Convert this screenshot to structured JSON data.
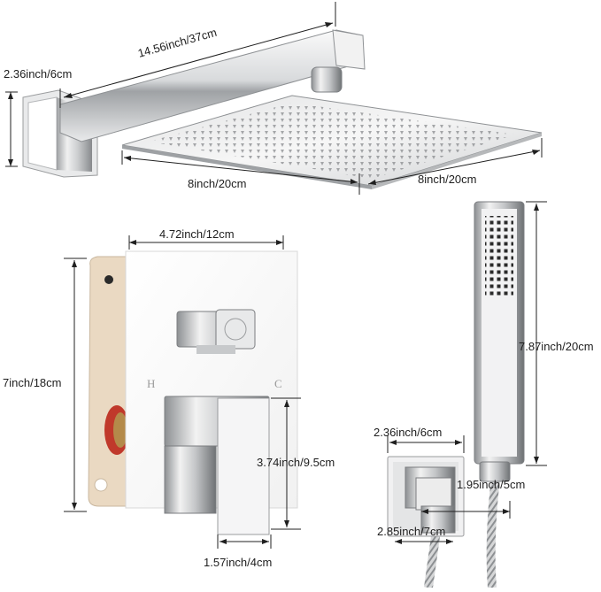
{
  "image_kind": "product dimension diagram",
  "dimensions": {
    "arm_height": "2.36inch/6cm",
    "arm_length": "14.56inch/37cm",
    "head_depth": "8inch/20cm",
    "head_width": "8inch/20cm",
    "valve_plate_width": "4.72inch/12cm",
    "valve_plate_height": "7inch/18cm",
    "handle_height": "3.74inch/9.5cm",
    "handle_width": "1.57inch/4cm",
    "holder_width": "2.36inch/6cm",
    "holder_depth": "1.95inch/5cm",
    "holder_height": "2.85inch/7cm",
    "handheld_length": "7.87inch/20cm"
  },
  "valve_marks": {
    "hot": "H",
    "cold": "C"
  },
  "colors": {
    "chrome_light": "#f4f4f4",
    "chrome_mid": "#c9cbcd",
    "chrome_dark": "#7b7d80",
    "valve_body": "#ead9c2",
    "valve_outlet": "#c0392b",
    "dimension_line": "#202020"
  }
}
